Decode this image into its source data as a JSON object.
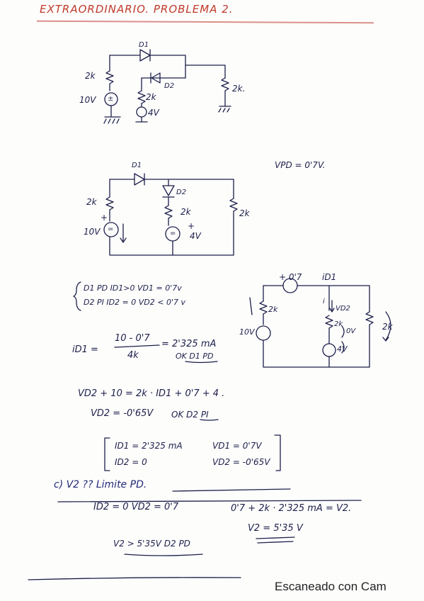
{
  "title": "EXTRAORDINARIO. PROBLEMA 2.",
  "circuit1": {
    "d1": "D1",
    "d2": "D2",
    "r_left": "2k",
    "r_mid": "2k",
    "r_right": "2k.",
    "v_left": "10V",
    "v_mid": "4V",
    "src_sign": "±"
  },
  "circuit2": {
    "d1": "D1",
    "d2": "D2",
    "r_left": "2k",
    "r_mid": "2k",
    "r_right": "2k",
    "v_left": "10V",
    "v_mid": "4V",
    "plus": "+",
    "eq": "="
  },
  "vpd": "VPD = 0'7V.",
  "states": {
    "line1": "D1 PD   ID1>0  VD1 = 0'7v",
    "line2": "D2 PI   ID2 = 0   VD2 < 0'7 v"
  },
  "circuit3": {
    "v07": "+ 0'7",
    "id1": "iD1",
    "r_left": "2k",
    "r_mid": "2k",
    "r_right": "2k",
    "vd2": "VD2",
    "ov": "0V",
    "v_left": "10V",
    "v_mid": "4V",
    "i": "i"
  },
  "id1": {
    "label": "iD1 =",
    "num": "10 - 0'7",
    "den": "4k",
    "result": "= 2'325 mA",
    "ok": "OK  D1 PD"
  },
  "eq1": "VD2 + 10  =  2k · ID1 + 0'7 + 4 .",
  "eq2": {
    "lhs": "VD2 = -0'65V",
    "ok": "OK   D2 PI"
  },
  "summary": {
    "a": "ID1 = 2'325 mA",
    "b": "VD1 = 0'7V",
    "c": "ID2 = 0",
    "d": "VD2 = -0'65V"
  },
  "partc": {
    "label": "c)  V2 ?? Limite PD.",
    "cond": "ID2 = 0   VD2 = 0'7",
    "eq": "0'7 + 2k · 2'325 mA = V2.",
    "res": "V2 = 5'35 V",
    "final": "V2 > 5'35V   D2 PD"
  },
  "footer": "Escaneado con Cam"
}
